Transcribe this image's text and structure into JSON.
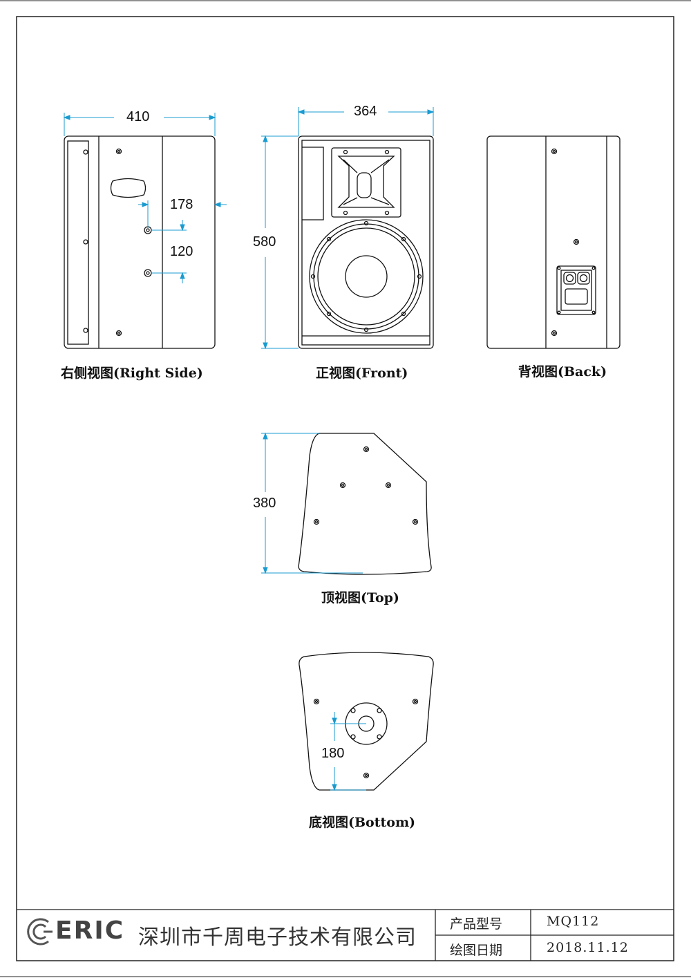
{
  "views": {
    "right_side": {
      "label": "右侧视图(Right Side)",
      "width_dim": "410",
      "handle_offset_dim": "178",
      "hole_spacing_dim": "120"
    },
    "front": {
      "label": "正视图(Front)",
      "width_dim": "364",
      "height_dim": "580"
    },
    "back": {
      "label": "背视图(Back)"
    },
    "top": {
      "label": "顶视图(Top)",
      "depth_dim": "380"
    },
    "bottom": {
      "label": "底视图(Bottom)",
      "mount_dim": "180"
    }
  },
  "title_block": {
    "logo": "ERIC",
    "company": "深圳市千周电子技术有限公司",
    "model_label": "产品型号",
    "model_value": "MQ112",
    "date_label": "绘图日期",
    "date_value": "2018.11.12"
  },
  "colors": {
    "dimension": "#1a9bd0",
    "line": "#111111"
  }
}
